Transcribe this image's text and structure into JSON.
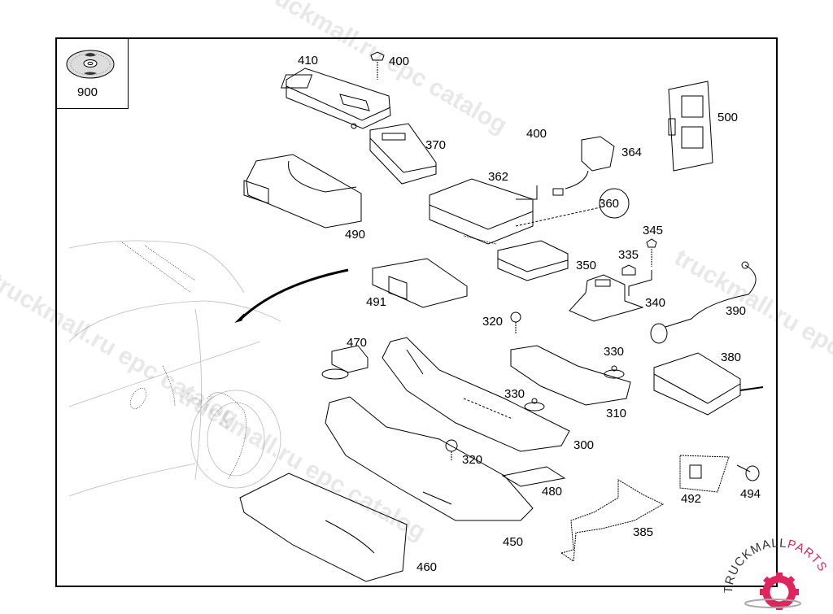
{
  "diagram": {
    "type": "exploded parts diagram",
    "subject": "control units and mounting brackets",
    "legend_item": {
      "label": "900",
      "icon": "cd-disc-icon"
    },
    "callouts": [
      {
        "id": "410",
        "label": "410"
      },
      {
        "id": "400a",
        "label": "400"
      },
      {
        "id": "370",
        "label": "370"
      },
      {
        "id": "490",
        "label": "490"
      },
      {
        "id": "400b",
        "label": "400"
      },
      {
        "id": "364",
        "label": "364"
      },
      {
        "id": "362",
        "label": "362"
      },
      {
        "id": "360",
        "label": "360"
      },
      {
        "id": "500",
        "label": "500"
      },
      {
        "id": "345",
        "label": "345"
      },
      {
        "id": "335",
        "label": "335"
      },
      {
        "id": "350",
        "label": "350"
      },
      {
        "id": "340",
        "label": "340"
      },
      {
        "id": "491",
        "label": "491"
      },
      {
        "id": "320a",
        "label": "320"
      },
      {
        "id": "390",
        "label": "390"
      },
      {
        "id": "470",
        "label": "470"
      },
      {
        "id": "330a",
        "label": "330"
      },
      {
        "id": "330b",
        "label": "330"
      },
      {
        "id": "380",
        "label": "380"
      },
      {
        "id": "310",
        "label": "310"
      },
      {
        "id": "300",
        "label": "300"
      },
      {
        "id": "320b",
        "label": "320"
      },
      {
        "id": "480",
        "label": "480"
      },
      {
        "id": "492",
        "label": "492"
      },
      {
        "id": "494",
        "label": "494"
      },
      {
        "id": "385",
        "label": "385"
      },
      {
        "id": "450",
        "label": "450"
      },
      {
        "id": "460",
        "label": "460"
      }
    ]
  },
  "watermarks": [
    "truckmall.ru epc catalog",
    "truckmall.ru epc catalog",
    "truckmall.ru epc catalog",
    "truckmall.ru epc catalog"
  ],
  "logo": {
    "text_dark": "TRUCKMALL",
    "text_accent": "PARTS",
    "accent_color": "#e0245e"
  }
}
